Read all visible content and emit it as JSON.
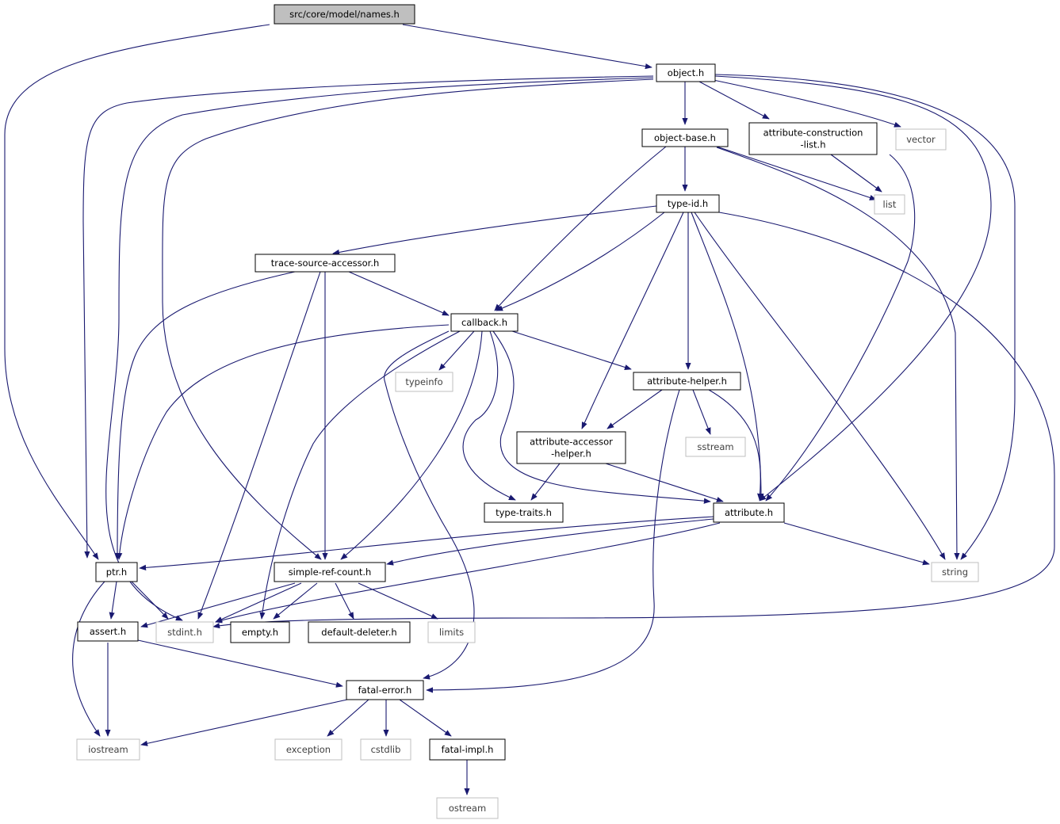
{
  "colors": {
    "edge": "#191970",
    "root_fill": "#bfbfbf",
    "local_border": "#000000",
    "external_border": "#bfbfbf",
    "external_text": "#404040"
  },
  "nodes": [
    {
      "id": "names",
      "label": "src/core/model/names.h",
      "kind": "root"
    },
    {
      "id": "object",
      "label": "object.h",
      "kind": "local"
    },
    {
      "id": "object_base",
      "label": "object-base.h",
      "kind": "local"
    },
    {
      "id": "acl",
      "label": "attribute-construction\n-list.h",
      "kind": "local"
    },
    {
      "id": "vector",
      "label": "vector",
      "kind": "external"
    },
    {
      "id": "type_id",
      "label": "type-id.h",
      "kind": "local"
    },
    {
      "id": "list",
      "label": "list",
      "kind": "external"
    },
    {
      "id": "tsa",
      "label": "trace-source-accessor.h",
      "kind": "local"
    },
    {
      "id": "callback",
      "label": "callback.h",
      "kind": "local"
    },
    {
      "id": "typeinfo",
      "label": "typeinfo",
      "kind": "external"
    },
    {
      "id": "attr_helper",
      "label": "attribute-helper.h",
      "kind": "local"
    },
    {
      "id": "attr_acc",
      "label": "attribute-accessor\n-helper.h",
      "kind": "local"
    },
    {
      "id": "sstream",
      "label": "sstream",
      "kind": "external"
    },
    {
      "id": "type_traits",
      "label": "type-traits.h",
      "kind": "local"
    },
    {
      "id": "attribute",
      "label": "attribute.h",
      "kind": "local"
    },
    {
      "id": "ptr",
      "label": "ptr.h",
      "kind": "local"
    },
    {
      "id": "srcount",
      "label": "simple-ref-count.h",
      "kind": "local"
    },
    {
      "id": "string",
      "label": "string",
      "kind": "external"
    },
    {
      "id": "assert",
      "label": "assert.h",
      "kind": "local"
    },
    {
      "id": "stdint",
      "label": "stdint.h",
      "kind": "external"
    },
    {
      "id": "empty",
      "label": "empty.h",
      "kind": "local"
    },
    {
      "id": "default_deleter",
      "label": "default-deleter.h",
      "kind": "local"
    },
    {
      "id": "limits",
      "label": "limits",
      "kind": "external"
    },
    {
      "id": "fatal_error",
      "label": "fatal-error.h",
      "kind": "local"
    },
    {
      "id": "iostream",
      "label": "iostream",
      "kind": "external"
    },
    {
      "id": "exception",
      "label": "exception",
      "kind": "external"
    },
    {
      "id": "cstdlib",
      "label": "cstdlib",
      "kind": "external"
    },
    {
      "id": "fatal_impl",
      "label": "fatal-impl.h",
      "kind": "local"
    },
    {
      "id": "ostream",
      "label": "ostream",
      "kind": "external"
    }
  ],
  "edges": [
    [
      "names",
      "object"
    ],
    [
      "names",
      "ptr"
    ],
    [
      "object",
      "object_base"
    ],
    [
      "object",
      "acl"
    ],
    [
      "object",
      "vector"
    ],
    [
      "object",
      "ptr"
    ],
    [
      "object",
      "stdint"
    ],
    [
      "object",
      "srcount"
    ],
    [
      "object",
      "attribute"
    ],
    [
      "object",
      "string"
    ],
    [
      "object_base",
      "type_id"
    ],
    [
      "object_base",
      "list"
    ],
    [
      "object_base",
      "string"
    ],
    [
      "object_base",
      "callback"
    ],
    [
      "acl",
      "list"
    ],
    [
      "acl",
      "attribute"
    ],
    [
      "type_id",
      "tsa"
    ],
    [
      "type_id",
      "callback"
    ],
    [
      "type_id",
      "attr_helper"
    ],
    [
      "type_id",
      "attr_acc"
    ],
    [
      "type_id",
      "attribute"
    ],
    [
      "type_id",
      "string"
    ],
    [
      "type_id",
      "stdint"
    ],
    [
      "tsa",
      "callback"
    ],
    [
      "tsa",
      "ptr"
    ],
    [
      "tsa",
      "srcount"
    ],
    [
      "tsa",
      "stdint"
    ],
    [
      "callback",
      "typeinfo"
    ],
    [
      "callback",
      "attr_helper"
    ],
    [
      "callback",
      "type_traits"
    ],
    [
      "callback",
      "attribute"
    ],
    [
      "callback",
      "ptr"
    ],
    [
      "callback",
      "srcount"
    ],
    [
      "callback",
      "empty"
    ],
    [
      "callback",
      "fatal_error"
    ],
    [
      "attr_helper",
      "attr_acc"
    ],
    [
      "attr_helper",
      "sstream"
    ],
    [
      "attr_helper",
      "attribute"
    ],
    [
      "attr_helper",
      "fatal_error"
    ],
    [
      "attr_acc",
      "type_traits"
    ],
    [
      "attr_acc",
      "attribute"
    ],
    [
      "attribute",
      "ptr"
    ],
    [
      "attribute",
      "srcount"
    ],
    [
      "attribute",
      "string"
    ],
    [
      "attribute",
      "stdint"
    ],
    [
      "ptr",
      "assert"
    ],
    [
      "ptr",
      "stdint"
    ],
    [
      "ptr",
      "iostream"
    ],
    [
      "srcount",
      "assert"
    ],
    [
      "srcount",
      "stdint"
    ],
    [
      "srcount",
      "empty"
    ],
    [
      "srcount",
      "default_deleter"
    ],
    [
      "srcount",
      "limits"
    ],
    [
      "assert",
      "fatal_error"
    ],
    [
      "assert",
      "iostream"
    ],
    [
      "fatal_error",
      "iostream"
    ],
    [
      "fatal_error",
      "exception"
    ],
    [
      "fatal_error",
      "cstdlib"
    ],
    [
      "fatal_error",
      "fatal_impl"
    ],
    [
      "fatal_impl",
      "ostream"
    ]
  ]
}
